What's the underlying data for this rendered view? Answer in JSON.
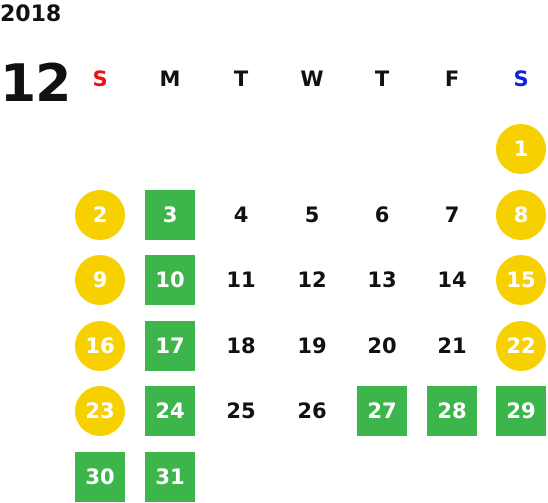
{
  "calendar": {
    "year": "2018",
    "month": "12",
    "weekdays": [
      {
        "label": "S",
        "color": "#ee1111"
      },
      {
        "label": "M",
        "color": "#111111"
      },
      {
        "label": "T",
        "color": "#111111"
      },
      {
        "label": "W",
        "color": "#111111"
      },
      {
        "label": "T",
        "color": "#111111"
      },
      {
        "label": "F",
        "color": "#111111"
      },
      {
        "label": "S",
        "color": "#1122dd"
      }
    ],
    "weeks": [
      [
        null,
        null,
        null,
        null,
        null,
        null,
        {
          "day": "1",
          "style": "circle"
        }
      ],
      [
        {
          "day": "2",
          "style": "circle"
        },
        {
          "day": "3",
          "style": "square"
        },
        {
          "day": "4",
          "style": "plain"
        },
        {
          "day": "5",
          "style": "plain"
        },
        {
          "day": "6",
          "style": "plain"
        },
        {
          "day": "7",
          "style": "plain"
        },
        {
          "day": "8",
          "style": "circle"
        }
      ],
      [
        {
          "day": "9",
          "style": "circle"
        },
        {
          "day": "10",
          "style": "square"
        },
        {
          "day": "11",
          "style": "plain"
        },
        {
          "day": "12",
          "style": "plain"
        },
        {
          "day": "13",
          "style": "plain"
        },
        {
          "day": "14",
          "style": "plain"
        },
        {
          "day": "15",
          "style": "circle"
        }
      ],
      [
        {
          "day": "16",
          "style": "circle"
        },
        {
          "day": "17",
          "style": "square"
        },
        {
          "day": "18",
          "style": "plain"
        },
        {
          "day": "19",
          "style": "plain"
        },
        {
          "day": "20",
          "style": "plain"
        },
        {
          "day": "21",
          "style": "plain"
        },
        {
          "day": "22",
          "style": "circle"
        }
      ],
      [
        {
          "day": "23",
          "style": "circle"
        },
        {
          "day": "24",
          "style": "square"
        },
        {
          "day": "25",
          "style": "plain"
        },
        {
          "day": "26",
          "style": "plain"
        },
        {
          "day": "27",
          "style": "square"
        },
        {
          "day": "28",
          "style": "square"
        },
        {
          "day": "29",
          "style": "square"
        }
      ],
      [
        {
          "day": "30",
          "style": "square"
        },
        {
          "day": "31",
          "style": "square"
        },
        null,
        null,
        null,
        null,
        null
      ]
    ]
  },
  "colors": {
    "holiday_circle": "#f7d000",
    "closed_square": "#3cb54a",
    "text": "#111111",
    "sunday": "#ee1111",
    "saturday": "#1122dd"
  }
}
